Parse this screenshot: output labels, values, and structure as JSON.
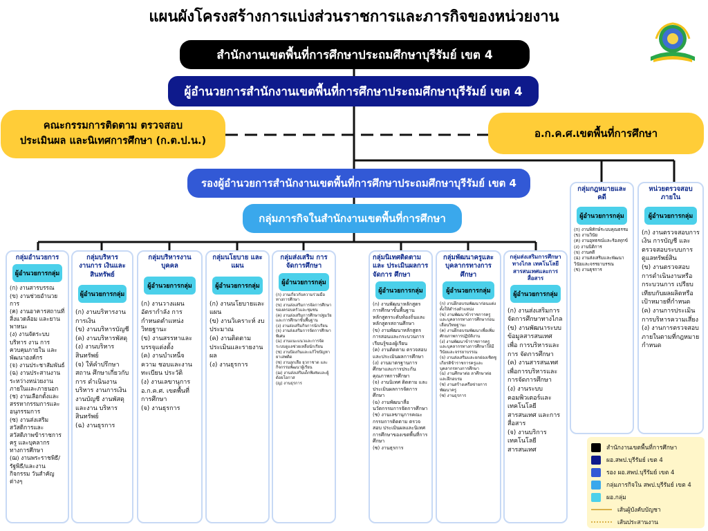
{
  "title": "แผนผังโครงสร้างการแบ่งส่วนราชการและภารกิจของหน่วยงาน",
  "office": "สำนักงานเขตพื้นที่การศึกษาประถมศึกษาบุรีรัมย์ เขต 4",
  "director": "ผู้อำนวยการสำนักงานเขตพื้นที่การศึกษาประถมศึกษาบุรีรัมย์ เขต 4",
  "committee_left": {
    "line1": "คณะกรรมการติดตาม ตรวจสอบ",
    "line2": "ประเมินผล และนิเทศการศึกษา (ก.ต.ป.น.)"
  },
  "committee_right": "อ.ก.ค.ศ.เขตพื้นที่การศึกษา",
  "deputy": "รองผู้อำนวยการสำนักงานเขตพื้นที่การศึกษาประถมศึกษาบุรีรัมย์ เขต 4",
  "mission_group": "กลุ่มภารกิจในสำนักงานเขตพื้นที่การศึกษา",
  "columns": [
    {
      "title": "กลุ่มอำนวยการ",
      "head": "ผู้อำนวยการกลุ่ม",
      "items": [
        "(ก) งานสารบรรณ",
        "(ข) งานช่วยอำนวยการ",
        "(ค) งานอาคารสถานที่ สิ่งแวดล้อม และยานพาหนะ",
        "(ง) งานจัดระบบบริหาร งาน การควบคุมภายใน และพัฒนาองค์กร",
        "(จ) งานประชาสัมพันธ์",
        "(ฉ) งานประสานงาน ระหว่างหน่วยงาน ภายในและภายนอก",
        "(ช) งานเลือกตั้งและ สรรหากรรมการและอนุกรรมการ",
        "(ซ) งานส่งเสริม สวัสดิการและ สวัสดิภาพข้าราชการครู และบุคลากรทางการศึกษา",
        "(ฌ) งานพระราชพิธี/รัฐพิธี/และงานกิจกรรม วันสำคัญต่างๆ"
      ]
    },
    {
      "title": "กลุ่มบริหารงานการ เงินและสินทรัพย์",
      "head": "ผู้อำนวยการกลุ่ม",
      "items": [
        "(ก) งานบริหารงาน การเงิน",
        "(ข) งานบริหารบัญชี",
        "(ค) งานบริหารพัสดุ",
        "(ง) งานบริหาร สินทรัพย์",
        "(จ) ให้คำปรึกษาสถาน ศึกษาเกี่ยวกับการ ดำเนินงานบริหาร งานการเงิน งานบัญชี งานพัสดุ และงาน บริหารสินทรัพย์",
        "(ฉ) งานธุรการ"
      ]
    },
    {
      "title": "กลุ่มบริหารงาน บุคคล",
      "head": "ผู้อำนวยการกลุ่ม",
      "items": [
        "(ก) งานวางแผน อัตรากำลัง การ กำหนดตำแหน่ง วิทยฐานะ",
        "(ข) งานสรรหาและ บรรจุแต่งตั้ง",
        "(ค) งานบำเหน็จความ ชอบและงานทะเบียน ประวัติ",
        "(ง) งานเลขานุการ อ.ก.ค.ศ. เขตพื้นที่ การศึกษา",
        "(จ) งานธุรการ"
      ]
    },
    {
      "title": "กลุ่มนโยบาย และแผน",
      "head": "ผู้อำนวยการกลุ่ม",
      "items": [
        "(ก) งานนโยบายและ แผน",
        "(ข) งานวิเคราะห์ งบประมาณ",
        "(ค) งานติดตาม ประเมินและรายงาน ผล",
        "(ง) งานธุรการ"
      ]
    },
    {
      "title": "กลุ่มส่งเสริม การจัดการศึกษา",
      "head": "ผู้อำนวยการกลุ่ม",
      "items": [
        "(ก) งานเกี่ยวกับความร่วมมือทางการศึกษา",
        "(ข) งานส่งเสริมการจัดการศึกษาของครอบครัวและชุมชน",
        "(ค) งานส่งเสริมการศึกษาปฐมวัยและการศึกษาขั้นพื้นฐาน",
        "(ง) งานส่งเสริมกิจการนักเรียน",
        "(จ) งานส่งเสริมการจัดการศึกษาพิเศษ",
        "(ฉ) งานแนะแนวและการจัดระบบดูแลช่วยเหลือนักเรียน",
        "(ช) งานป้องกันและแก้ไขปัญหายาเสพติด",
        "(ซ) งานลูกเสือ ยุวกาชาด และกิจกรรมพัฒนาผู้เรียน",
        "(ฌ) งานส่งเสริมเด็กพิเศษและผู้ด้อยโอกาส",
        "(ญ) งานธุรการ"
      ]
    },
    {
      "title": "กลุ่มนิเทศติดตามและ ประเมินผลการจัดการ ศึกษา",
      "head": "ผู้อำนวยการกลุ่ม",
      "items": [
        "(ก) งานพัฒนาหลักสูตรการศึกษาขั้นพื้นฐาน หลักสูตรระดับท้องถิ่นและหลักสูตรสถานศึกษา",
        "(ข) งานพัฒนาหลักสูตรการสอนและกระบวนการเรียนรู้ของผู้เรียน",
        "(ค) งานติดตาม ตรวจสอบและประเมินผลการศึกษา",
        "(ง) งานมาตรฐานการศึกษาและการประกันคุณภาพการศึกษา",
        "(จ) งานนิเทศ ติดตาม และประเมินผลการจัดการศึกษา",
        "(ฉ) งานพัฒนาสื่อนวัตกรรมการจัดการศึกษา",
        "(ช) งานเลขานุการคณะกรรมการติดตาม ตรวจสอบ ประเมินผลและนิเทศการศึกษาของเขตพื้นที่การศึกษา",
        "(ซ) งานธุรการ"
      ]
    },
    {
      "title": "กลุ่มพัฒนาครูและ บุคลากรทางการศึกษา",
      "head": "ผู้อำนวยการกลุ่ม",
      "items": [
        "(ก) งานฝึกอบรมพัฒนาก่อนแต่งตั้งให้ดำรงตำแหน่ง",
        "(ข) งานพัฒนาข้าราชการครูและบุคลากรทางการศึกษาก่อนเลื่อนวิทยฐานะ",
        "(ค) งานฝึกอบรมพัฒนาเพื่อเพิ่มศักยภาพการปฏิบัติงาน",
        "(ง) งานพัฒนาข้าราชการครูและบุคลากรทางการศึกษาให้มีวินัยและจรรยาบรรณ",
        "(จ) งานส่งเสริมและยกย่องเชิดชูเกียรติข้าราชการครูและบุคลากรทางการศึกษา",
        "(ฉ) งานศึกษาต่อ ลาศึกษาต่อและฝึกอบรม",
        "(ช) งานสร้างเครือข่ายการพัฒนาครู",
        "(ซ) งานธุรการ"
      ]
    },
    {
      "title": "กลุ่มส่งเสริมการศึกษา ทางไกล เทคโนโลยี สารสนเทศและการสื่อสาร",
      "head": "ผู้อำนวยการกลุ่ม",
      "items": [
        "(ก) งานส่งเสริมการ จัดการศึกษาทางไกล",
        "(ข) งานพัฒนาระบบ ข้อมูลสารสนเทศ เพื่อ การบริหารและการ จัดการศึกษา",
        "(ค) งานสารสนเทศ เพื่อการบริหารและ การจัดการศึกษา",
        "(ง) งานระบบ คอมพิวเตอร์และ เทคโนโลยีสารสนเทศ และการสื่อสาร",
        "(จ) งานบริการ เทคโนโลยีสารสนเทศ"
      ]
    },
    {
      "title": "กลุ่มกฎหมายและคดี",
      "head": "ผู้อำนวยการกลุ่ม",
      "items": [
        "(ก) งานพิทักษ์ระบบคุณธรรม",
        "(ข) งานวินัย",
        "(ค) งานอุทธรณ์และร้องทุกข์",
        "(ง) งานนิติการ",
        "(จ) งานคดี",
        "(ฉ) งานส่งเสริมและพัฒนาวินัยและจรรยาบรรณ",
        "(ช) งานธุรการ"
      ]
    },
    {
      "title": "หน่วยตรวจสอบ ภายใน",
      "head": "ผู้อำนวยการกลุ่ม",
      "items": [
        "(ก) งานตรวจสอบการเงิน การบัญชี และตรวจสอบระบบการดูแลทรัพย์สิน",
        "(ข) งานตรวจสอบการดำเนินงานหรือกระบวนการ เปรียบเทียบกับผลผลิตหรือเป้าหมายที่กำหนด",
        "(ค) งานการประเมินการบริหารความเสี่ยง",
        "(ง) งานการตรวจสอบภายในตามที่กฎหมายกำหนด"
      ]
    }
  ],
  "legend": {
    "items": [
      {
        "color": "#000000",
        "label": "สำนักงานเขตพื้นที่การศึกษา"
      },
      {
        "color": "#0e1a8c",
        "label": "ผอ.สพป.บุรีรัมย์ เขต 4"
      },
      {
        "color": "#3259d6",
        "label": "รอง ผอ.สพป.บุรีรัมย์ เขต 4"
      },
      {
        "color": "#3aa8ec",
        "label": "กลุ่มภารกิจใน สพป.บุรีรัมย์ เขต 4"
      },
      {
        "color": "#4bd0ea",
        "label": "ผอ.กลุ่ม"
      }
    ],
    "line_solid": "เส้นผู้บังคับบัญชา",
    "line_dotted": "เส้นประสานงาน"
  },
  "colors": {
    "office": "#000000",
    "director": "#0e1a8c",
    "deputy": "#3259d6",
    "mission": "#3aa8ec",
    "group_head": "#4bd0ea",
    "committee": "#ffcd38"
  }
}
